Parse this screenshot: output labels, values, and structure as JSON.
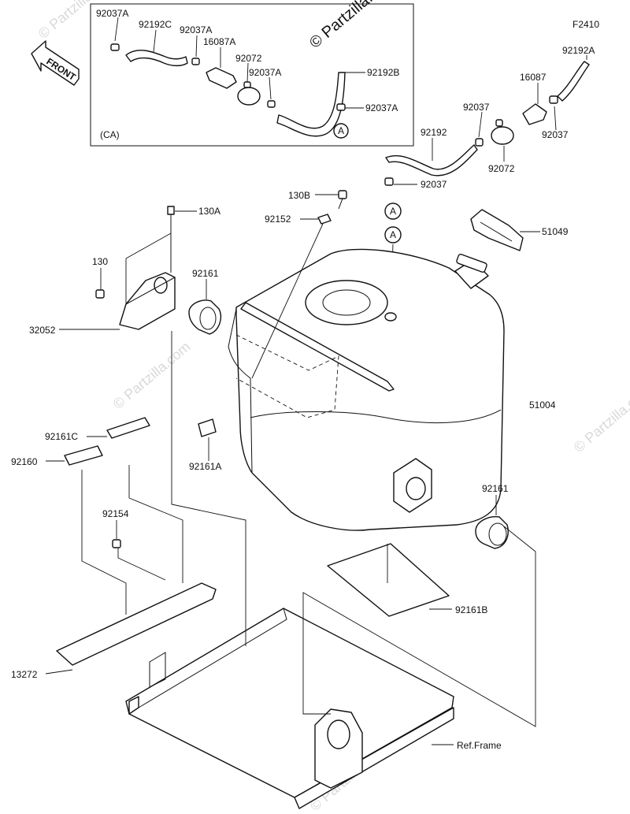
{
  "watermark": {
    "copyright": "© Partzilla.com",
    "small": "© Partzilla.com"
  },
  "figure_code": "F2410",
  "front_label": "FRONT",
  "inset": {
    "variant": "(CA)",
    "labels": [
      "92037A",
      "92192C",
      "92037A",
      "16087A",
      "92072",
      "92037A",
      "92192B",
      "92037A"
    ]
  },
  "connector_marker": "A",
  "labels": {
    "hose_upper": "92192A",
    "valve": "16087",
    "clamp_a": "92037",
    "clamp_b": "92037",
    "hose_mid": "92192",
    "canister": "92072",
    "clamp_c": "92037",
    "bolt_b": "130B",
    "bolt_a": "130A",
    "pad_top": "92152",
    "cap": "51049",
    "bolt": "130",
    "grommet_left": "92161",
    "bracket": "32052",
    "tank": "51004",
    "pad_c": "92161C",
    "pad_small": "92160",
    "pad_a": "92161A",
    "grommet_right": "92161",
    "bolt_frame": "92154",
    "pad_b": "92161B",
    "frame_part": "13272",
    "ref_frame": "Ref.Frame"
  }
}
